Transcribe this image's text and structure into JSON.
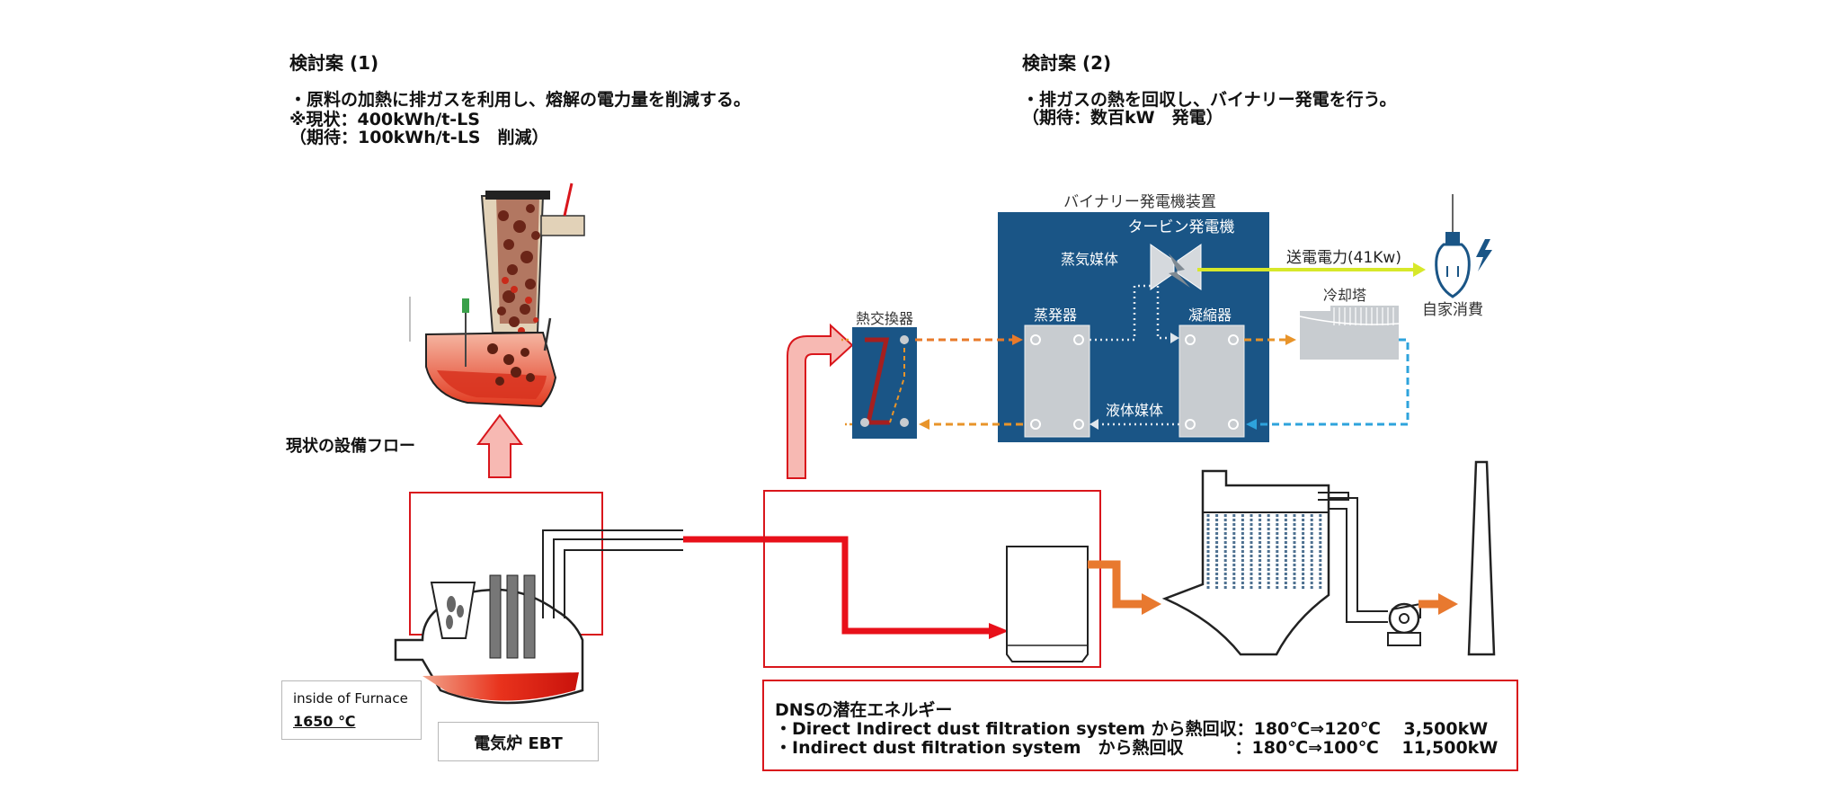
{
  "proposal1": {
    "title": "検討案 (1)",
    "line1": "・原料の加熱に排ガスを利用し、熔解の電力量を削減する。",
    "line2": "※現状：400kWh/t-LS",
    "line3": "（期待：100kWh/t-LS　削減）"
  },
  "proposal2": {
    "title": "検討案 (2)",
    "line1": "・排ガスの熱を回収し、バイナリー発電を行う。",
    "line2": "（期待：数百kW　発電）"
  },
  "flow_label": "現状の設備フロー",
  "furnace": {
    "inside_label": "inside of Furnace",
    "temperature": "1650 ℃",
    "eaf_label": "電気炉 EBT"
  },
  "binary": {
    "title": "バイナリー発電機装置",
    "turbine": "タービン発電機",
    "vapor_medium": "蒸気媒体",
    "heat_exchanger": "熱交換器",
    "evaporator": "蒸発器",
    "condenser": "凝縮器",
    "liquid_medium": "液体媒体",
    "power_sent": "送電電力(41Kw)",
    "cooling_tower": "冷却塔",
    "self_consumption": "自家消費"
  },
  "dns": {
    "title": "DNSの潜在エネルギー",
    "line1": "・Direct Indirect dust filtration system から熱回収：180℃⇒120℃　 3,500kW",
    "line2": "・Indirect dust filtration system　から熱回収　　　：180℃⇒100℃　 11,500kW"
  },
  "colors": {
    "panel_blue": "#1a5586",
    "flow_red": "#e8101a",
    "orange": "#e8792f",
    "yellow_line": "#d7e82a",
    "dashed_orange": "#e8942a",
    "dashed_blue": "#2ea3dc",
    "highlight_red": "#d9161c"
  }
}
